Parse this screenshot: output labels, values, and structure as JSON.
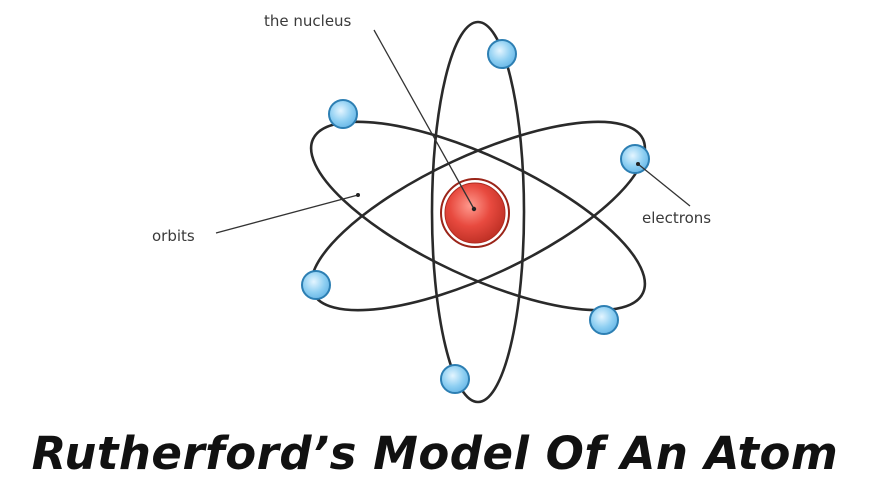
{
  "title": "Rutherford’s Model Of An Atom",
  "labels": {
    "nucleus": "the nucleus",
    "orbits": "orbits",
    "electrons": "electrons"
  },
  "colors": {
    "nucleus_core": "#e84a3f",
    "nucleus_edge": "#9a2418",
    "electron_fill": "#8ecff2",
    "electron_edge": "#2d7fb3",
    "orbit_stroke": "#2a2a2a"
  }
}
